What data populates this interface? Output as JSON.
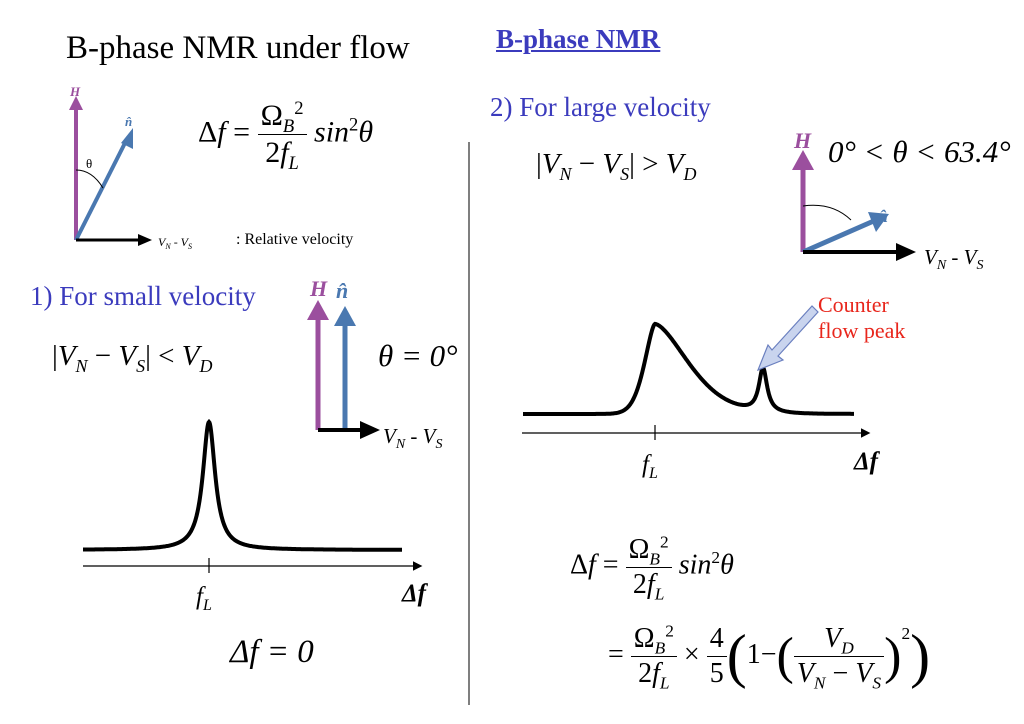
{
  "slide": {
    "title": "B-phase NMR under flow",
    "header_link": "B-phase NMR"
  },
  "left": {
    "small_vel_heading": "1) For small velocity",
    "relative_velocity_note": ": Relative velocity",
    "theta_label": "θ",
    "theta_eq": "θ = 0°",
    "delta_f_zero": "Δf = 0"
  },
  "right": {
    "large_vel_heading": "2) For large velocity",
    "theta_range": "0° < θ < 63.4°",
    "counter_flow_line1": "Counter",
    "counter_flow_line2": "flow peak"
  },
  "axis_labels": {
    "H": "H",
    "n_hat": "n̂",
    "vn_minus_vs": "V_N - V_S",
    "f_L": "f_L",
    "delta_f": "Δf"
  },
  "colors": {
    "H_arrow": "#9b4f9e",
    "n_arrow": "#4a78b0",
    "link_blue": "#3b3bbd",
    "counter_red": "#e8261c"
  }
}
